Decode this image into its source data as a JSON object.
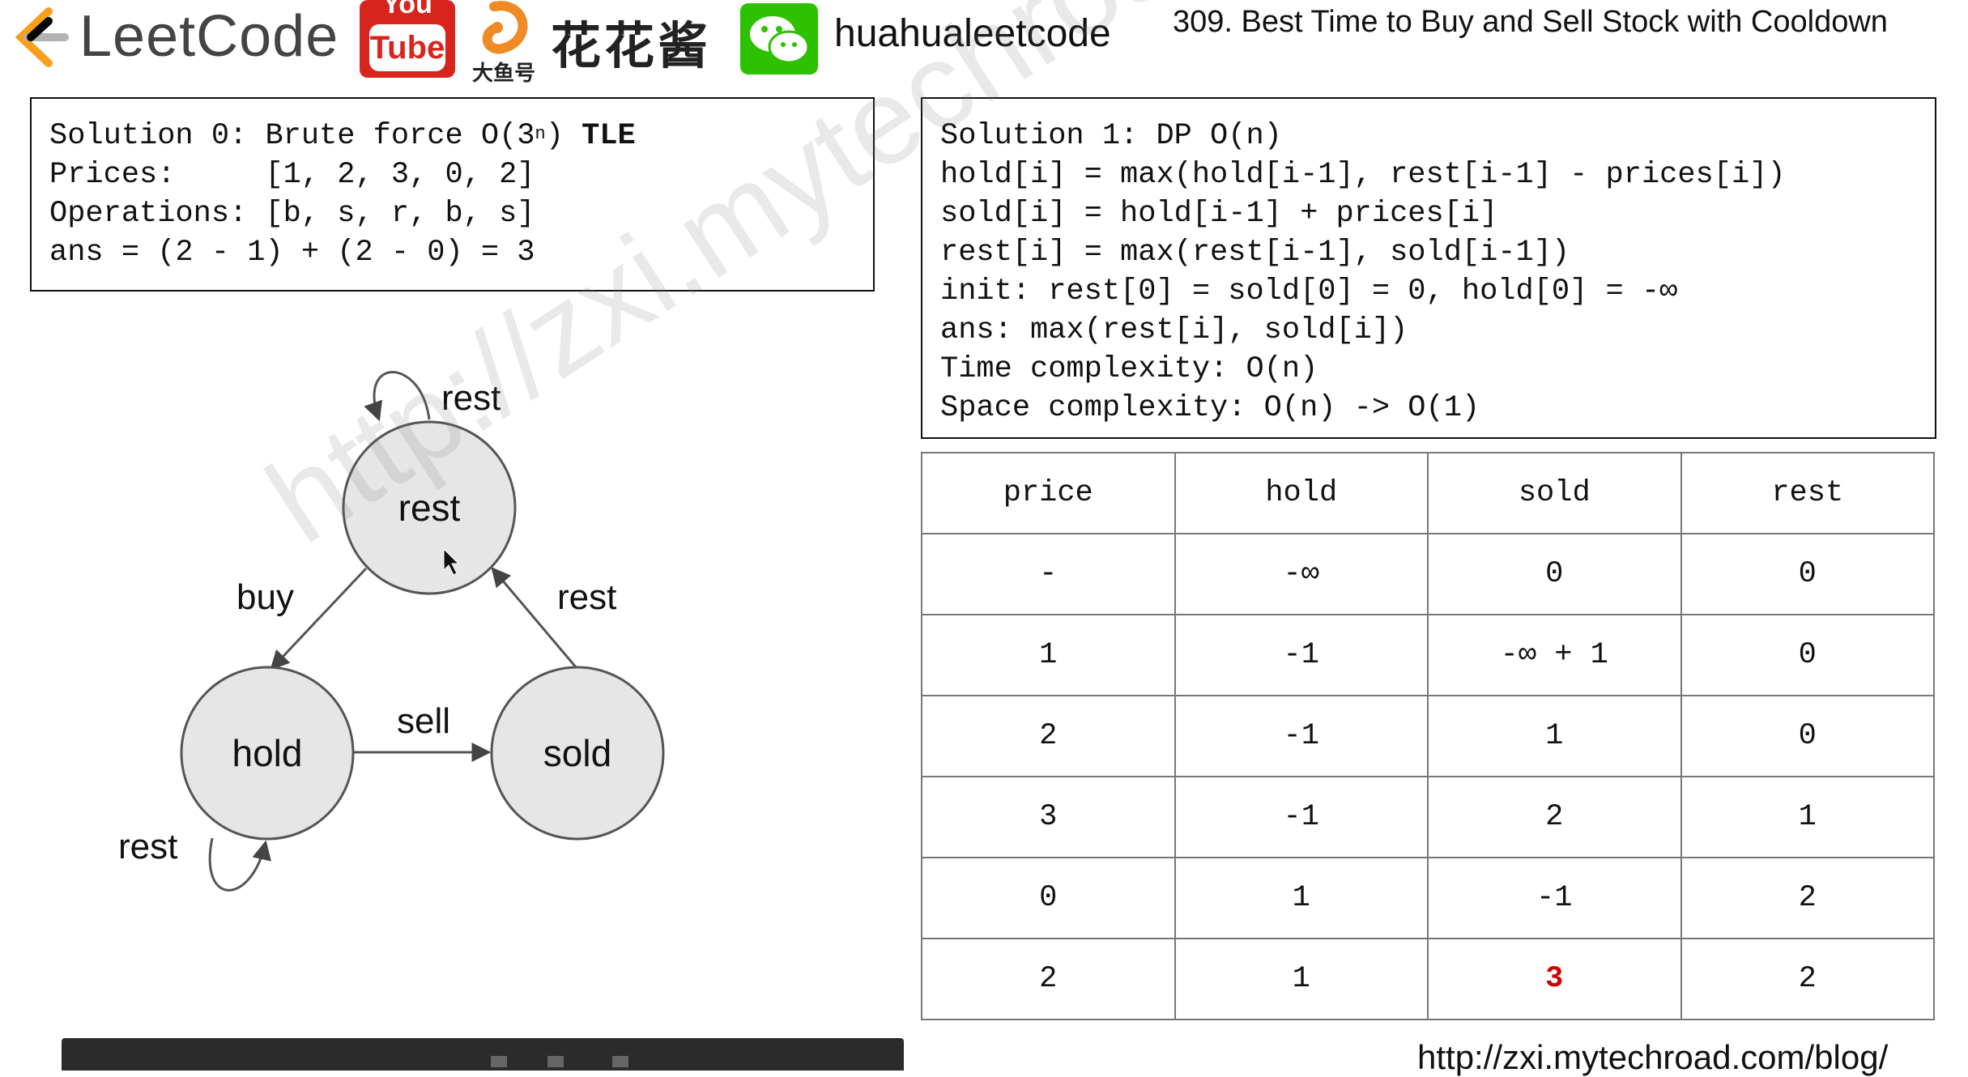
{
  "header": {
    "leetcode_logo_text": "LeetCode",
    "youtube_top": "You",
    "youtube_tube": "Tube",
    "dayuhao_label": "大鱼号",
    "huahuajiang": "花花酱",
    "wechat_handle": "huahualeetcode",
    "problem_title": "309. Best Time to Buy and Sell Stock with Cooldown"
  },
  "solution0": {
    "line1_prefix": "Solution 0: Brute force O(3",
    "line1_sup": "n",
    "line1_close": ")",
    "line1_tle": "TLE",
    "line2": "Prices:     [1, 2, 3, 0, 2]",
    "line3": "Operations: [b, s, r, b, s]",
    "line4": "ans = (2 - 1) + (2 - 0) = 3"
  },
  "solution1": {
    "lines": [
      "Solution 1: DP O(n)",
      "hold[i] = max(hold[i-1], rest[i-1] - prices[i])",
      "sold[i] = hold[i-1] + prices[i]",
      "rest[i] = max(rest[i-1], sold[i-1])",
      "init: rest[0] = sold[0] = 0, hold[0] = -∞",
      "ans: max(rest[i], sold[i])",
      "Time complexity: O(n)",
      "Space complexity: O(n) -> O(1)"
    ]
  },
  "table": {
    "headers": [
      "price",
      "hold",
      "sold",
      "rest"
    ],
    "rows": [
      [
        "-",
        "-∞",
        "0",
        "0"
      ],
      [
        "1",
        "-1",
        "-∞ + 1",
        "0"
      ],
      [
        "2",
        "-1",
        "1",
        "0"
      ],
      [
        "3",
        "-1",
        "2",
        "1"
      ],
      [
        "0",
        "1",
        "-1",
        "2"
      ],
      [
        "2",
        "1",
        "3",
        "2"
      ]
    ],
    "highlight_color": "#d00000"
  },
  "diagram": {
    "nodes": {
      "rest": "rest",
      "hold": "hold",
      "sold": "sold"
    },
    "edges": {
      "rest_self": "rest",
      "buy": "buy",
      "sold_to_rest": "rest",
      "sell": "sell",
      "hold_self": "rest"
    }
  },
  "watermark": "http://zxi.mytechroad.com/blog/",
  "footer_url": "http://zxi.mytechroad.com/blog/"
}
